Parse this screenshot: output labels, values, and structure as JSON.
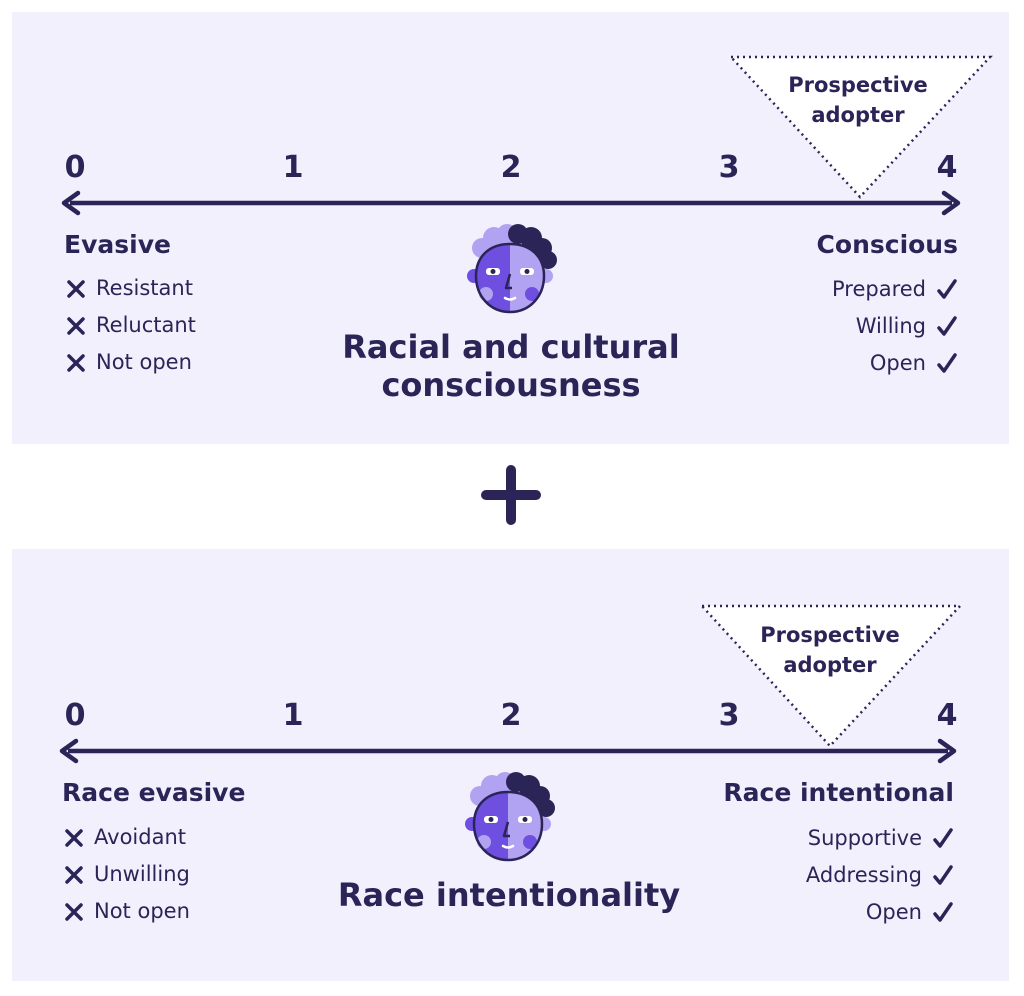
{
  "colors": {
    "panel_bg": "#f2f0fd",
    "ink": "#2b2457",
    "face_dark": "#6e4fe0",
    "face_light": "#b2a2f2"
  },
  "scale": {
    "min": 0,
    "max": 4,
    "ticks": [
      "0",
      "1",
      "2",
      "3",
      "4"
    ]
  },
  "panels": [
    {
      "title": "Racial and cultural consciousness",
      "title_lines": [
        "Racial and cultural",
        "consciousness"
      ],
      "marker": {
        "label_lines": [
          "Prospective",
          "adopter"
        ],
        "value": 3.5
      },
      "left": {
        "heading": "Evasive",
        "icon": "x-icon",
        "items": [
          "Resistant",
          "Reluctant",
          "Not open"
        ]
      },
      "right": {
        "heading": "Conscious",
        "icon": "check-icon",
        "items": [
          "Prepared",
          "Willing",
          "Open"
        ]
      }
    },
    {
      "title": "Race intentionality",
      "title_lines": [
        "Race intentionality"
      ],
      "marker": {
        "label_lines": [
          "Prospective",
          "adopter"
        ],
        "value": 3.5
      },
      "left": {
        "heading": "Race evasive",
        "icon": "x-icon",
        "items": [
          "Avoidant",
          "Unwilling",
          "Not open"
        ]
      },
      "right": {
        "heading": "Race intentional",
        "icon": "check-icon",
        "items": [
          "Supportive",
          "Addressing",
          "Open"
        ]
      }
    }
  ],
  "connector": {
    "icon": "plus-icon"
  }
}
